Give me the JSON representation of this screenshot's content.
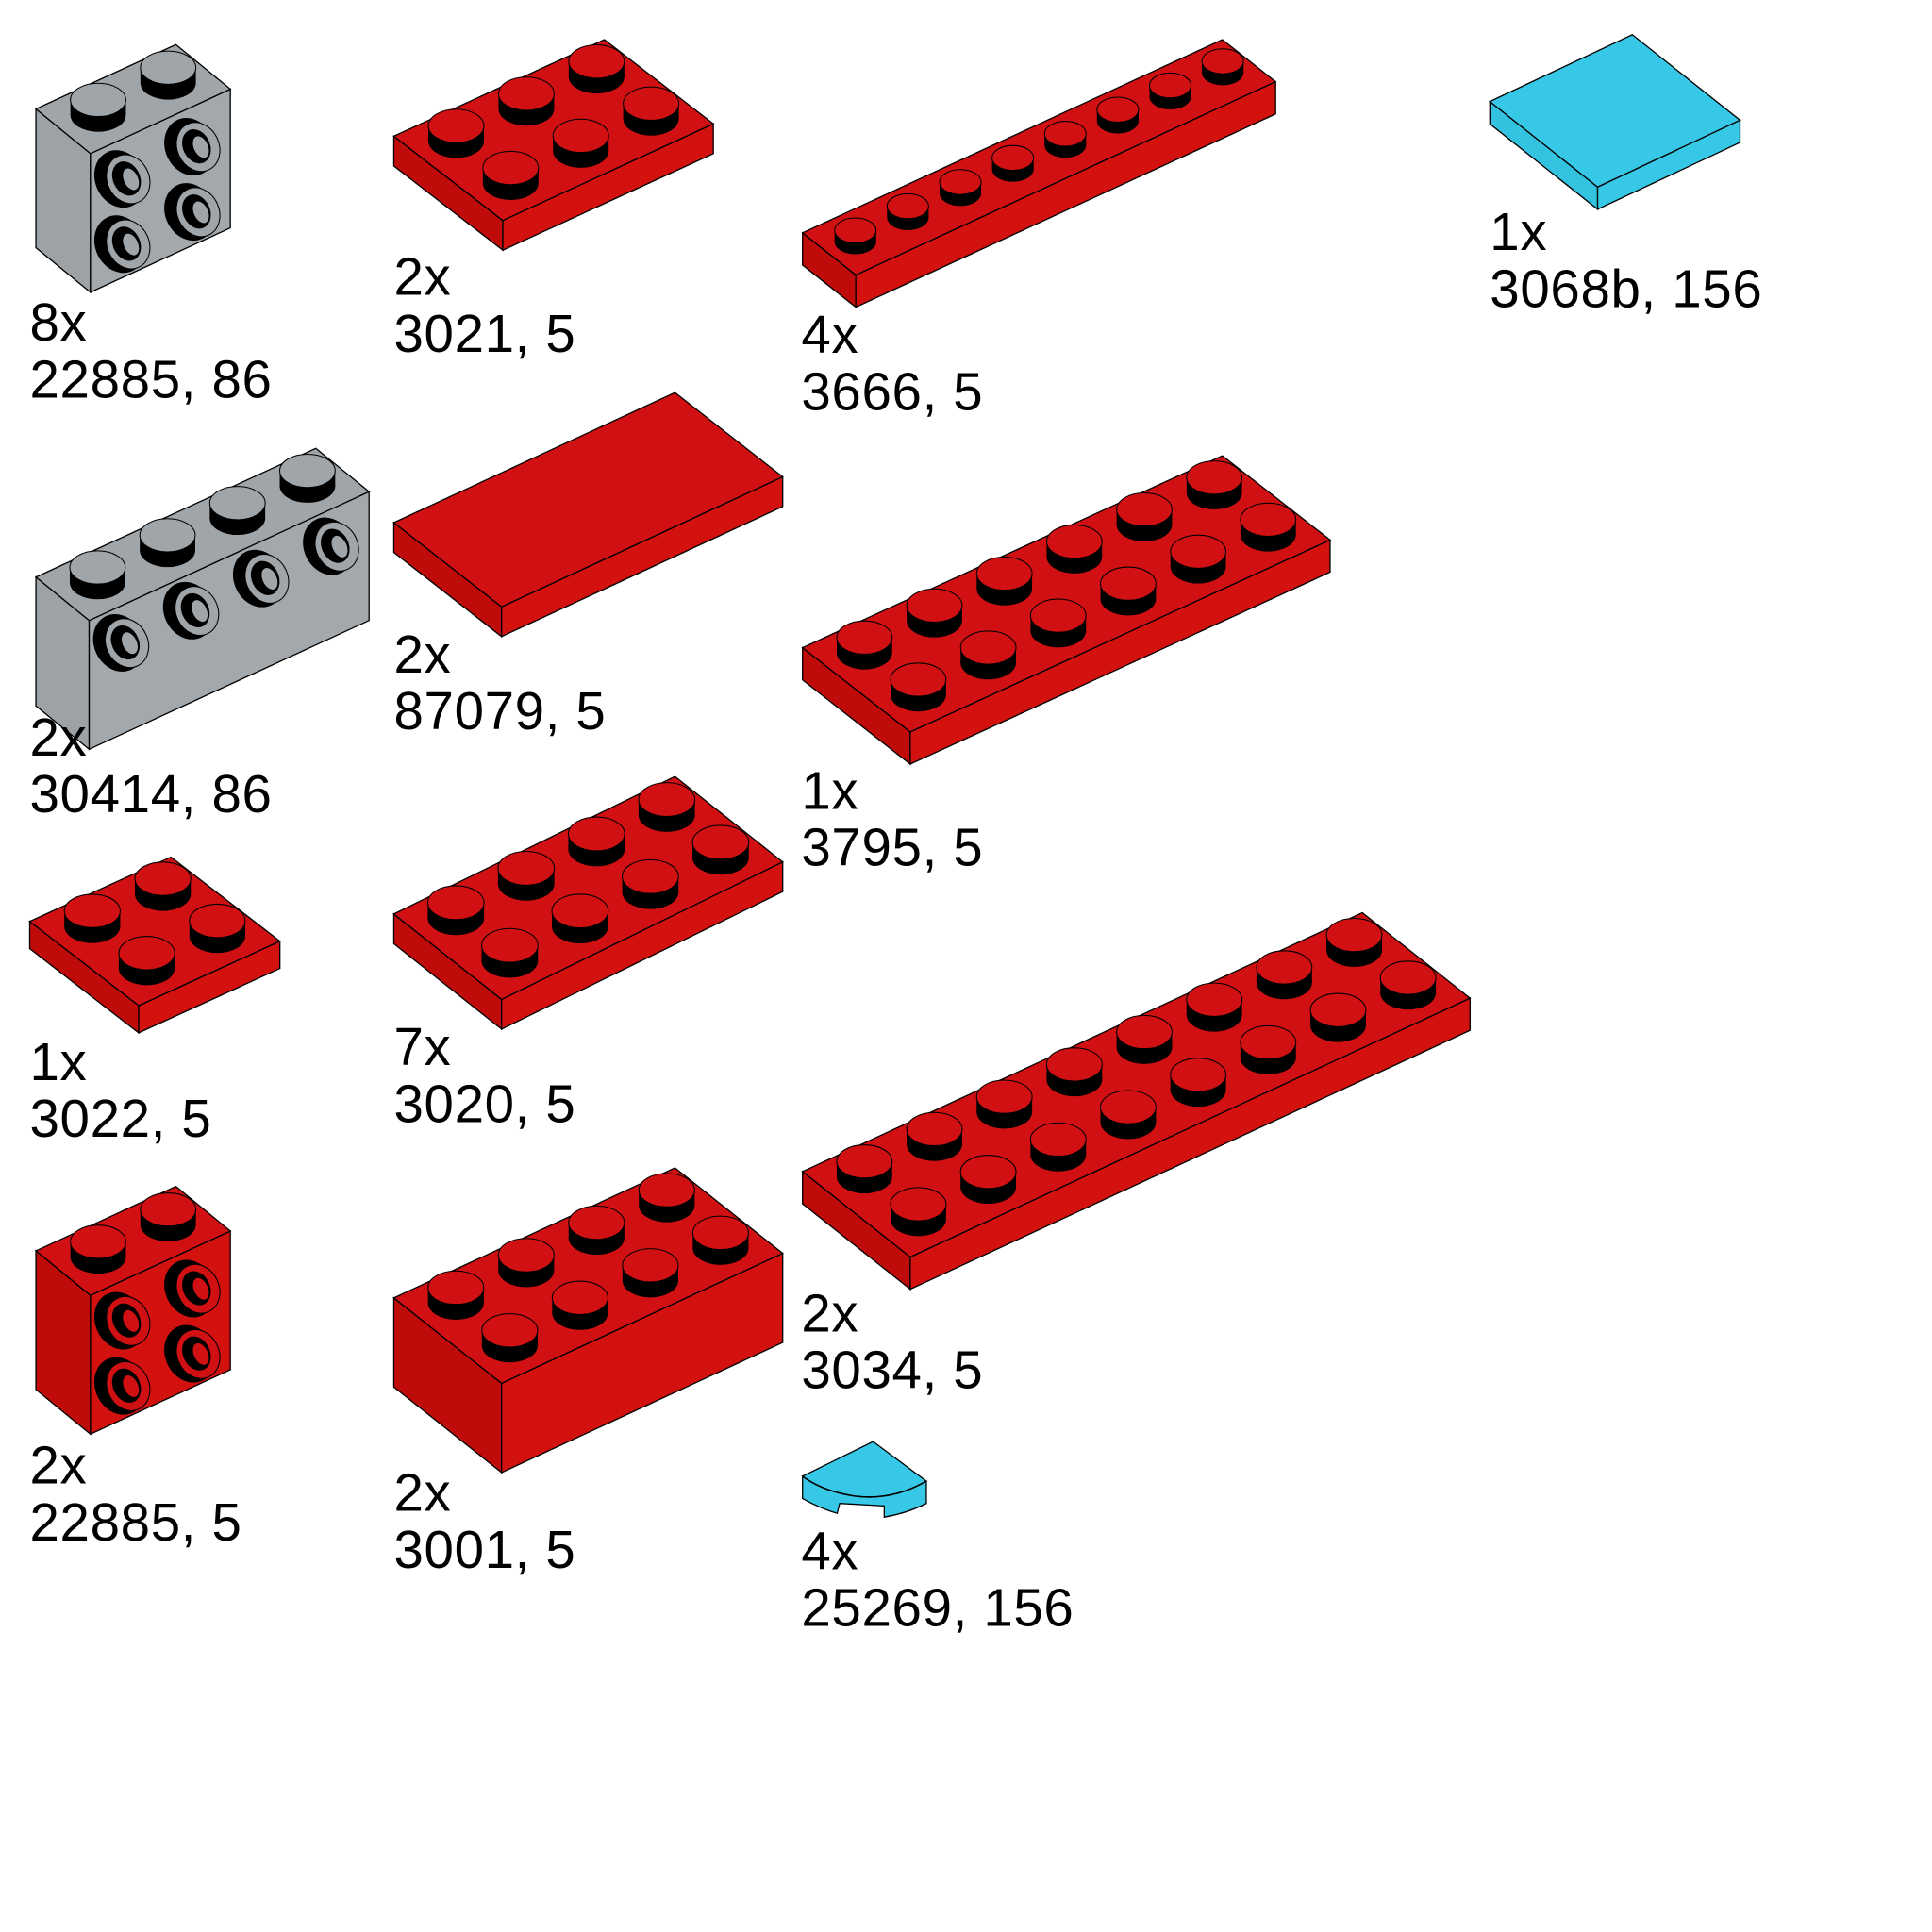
{
  "colors": {
    "red": "#d01012",
    "red_left": "#c00b0b",
    "red_right": "#d31210",
    "gray": "#a0a5a9",
    "gray_left": "#9da2a6",
    "gray_right": "#a3a8ac",
    "cyan": "#36c8e6",
    "cyan_left": "#33c2e0",
    "cyan_right": "#36c8e6"
  },
  "parts": [
    {
      "qty": "8x",
      "label": "22885, 86",
      "color": "gray",
      "type": "side-stud-brick"
    },
    {
      "qty": "2x",
      "label": "3021, 5",
      "color": "red",
      "type": "plate"
    },
    {
      "qty": "4x",
      "label": "3666, 5",
      "color": "red",
      "type": "plate"
    },
    {
      "qty": "1x",
      "label": "3068b, 156",
      "color": "cyan",
      "type": "tile"
    },
    {
      "qty": "2x",
      "label": "30414, 86",
      "color": "gray",
      "type": "side-stud-brick"
    },
    {
      "qty": "2x",
      "label": "87079, 5",
      "color": "red",
      "type": "tile"
    },
    {
      "qty": "1x",
      "label": "3795, 5",
      "color": "red",
      "type": "plate"
    },
    {
      "qty": "1x",
      "label": "3022, 5",
      "color": "red",
      "type": "plate"
    },
    {
      "qty": "7x",
      "label": "3020, 5",
      "color": "red",
      "type": "plate"
    },
    {
      "qty": "2x",
      "label": "3034, 5",
      "color": "red",
      "type": "plate"
    },
    {
      "qty": "2x",
      "label": "22885, 5",
      "color": "red",
      "type": "side-stud-brick"
    },
    {
      "qty": "2x",
      "label": "3001, 5",
      "color": "red",
      "type": "brick"
    },
    {
      "qty": "4x",
      "label": "25269, 156",
      "color": "cyan",
      "type": "quarter-tile"
    }
  ]
}
